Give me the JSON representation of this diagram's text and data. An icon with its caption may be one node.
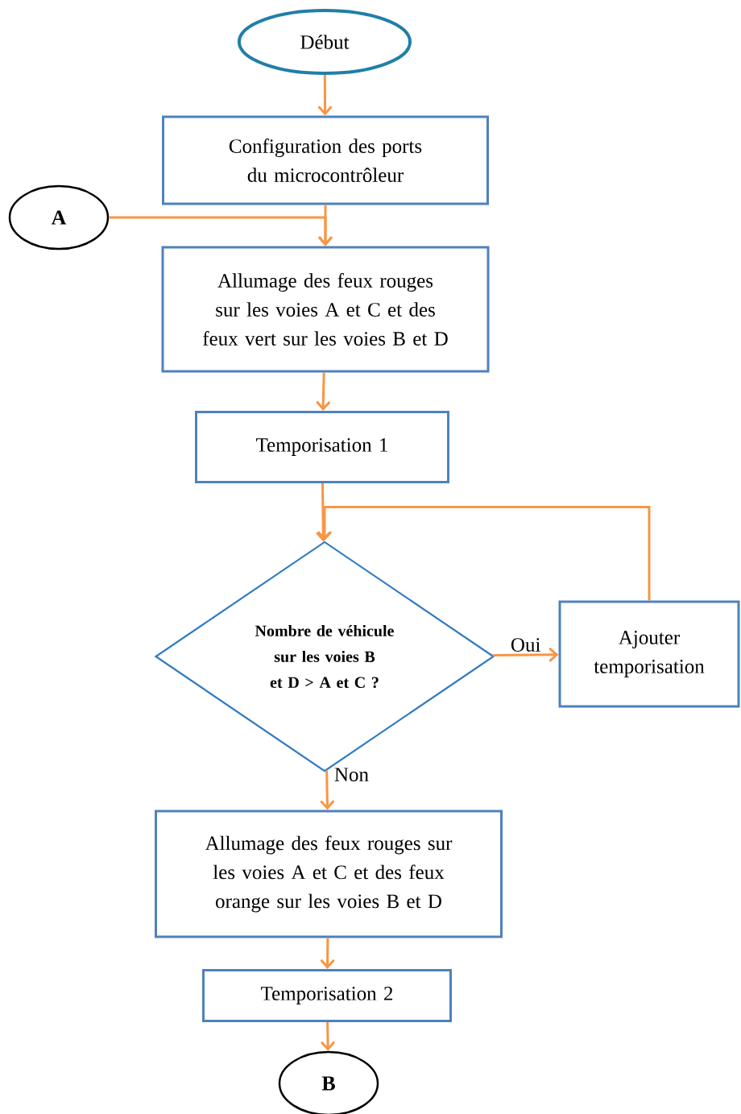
{
  "diagram": {
    "nodes": [
      {
        "text": [
          "Début"
        ]
      },
      {
        "text": [
          "Configuration des ports du microcontrôleur"
        ]
      },
      {
        "text": [
          "A"
        ]
      },
      {
        "text": [
          "Allumage des feux rouges sur les voies A et C et des feux vert sur les voies B et D"
        ]
      },
      {
        "text": [
          "Temporisation 1"
        ]
      },
      {
        "text": [
          "Nombre de véhicule sur les voies B et D > A et C ?"
        ]
      },
      {
        "text": [
          "Ajouter temporisation"
        ]
      },
      {
        "text": [
          "Allumage des feux rouges sur les voies A et C et des feux orange sur les voies B et D"
        ]
      },
      {
        "text": [
          "Temporisation 2"
        ]
      },
      {
        "text": [
          "B"
        ]
      }
    ],
    "edges": [
      {
        "from": 0,
        "to": 1,
        "arrow": "to"
      },
      {
        "from": 1,
        "to": 3,
        "arrow": "to"
      },
      {
        "from": 2,
        "to": 3,
        "arrow": "to"
      },
      {
        "from": 3,
        "to": 4,
        "arrow": "to"
      },
      {
        "from": 4,
        "to": 5,
        "arrow": "to"
      },
      {
        "from": 5,
        "to": 6,
        "arrow": "to",
        "label": "Oui"
      },
      {
        "from": 6,
        "to": 5,
        "arrow": "to"
      },
      {
        "from": 5,
        "to": 7,
        "arrow": "to",
        "label": "Non"
      },
      {
        "from": 7,
        "to": 8,
        "arrow": "to"
      },
      {
        "from": 8,
        "to": 9,
        "arrow": "to"
      }
    ]
  }
}
